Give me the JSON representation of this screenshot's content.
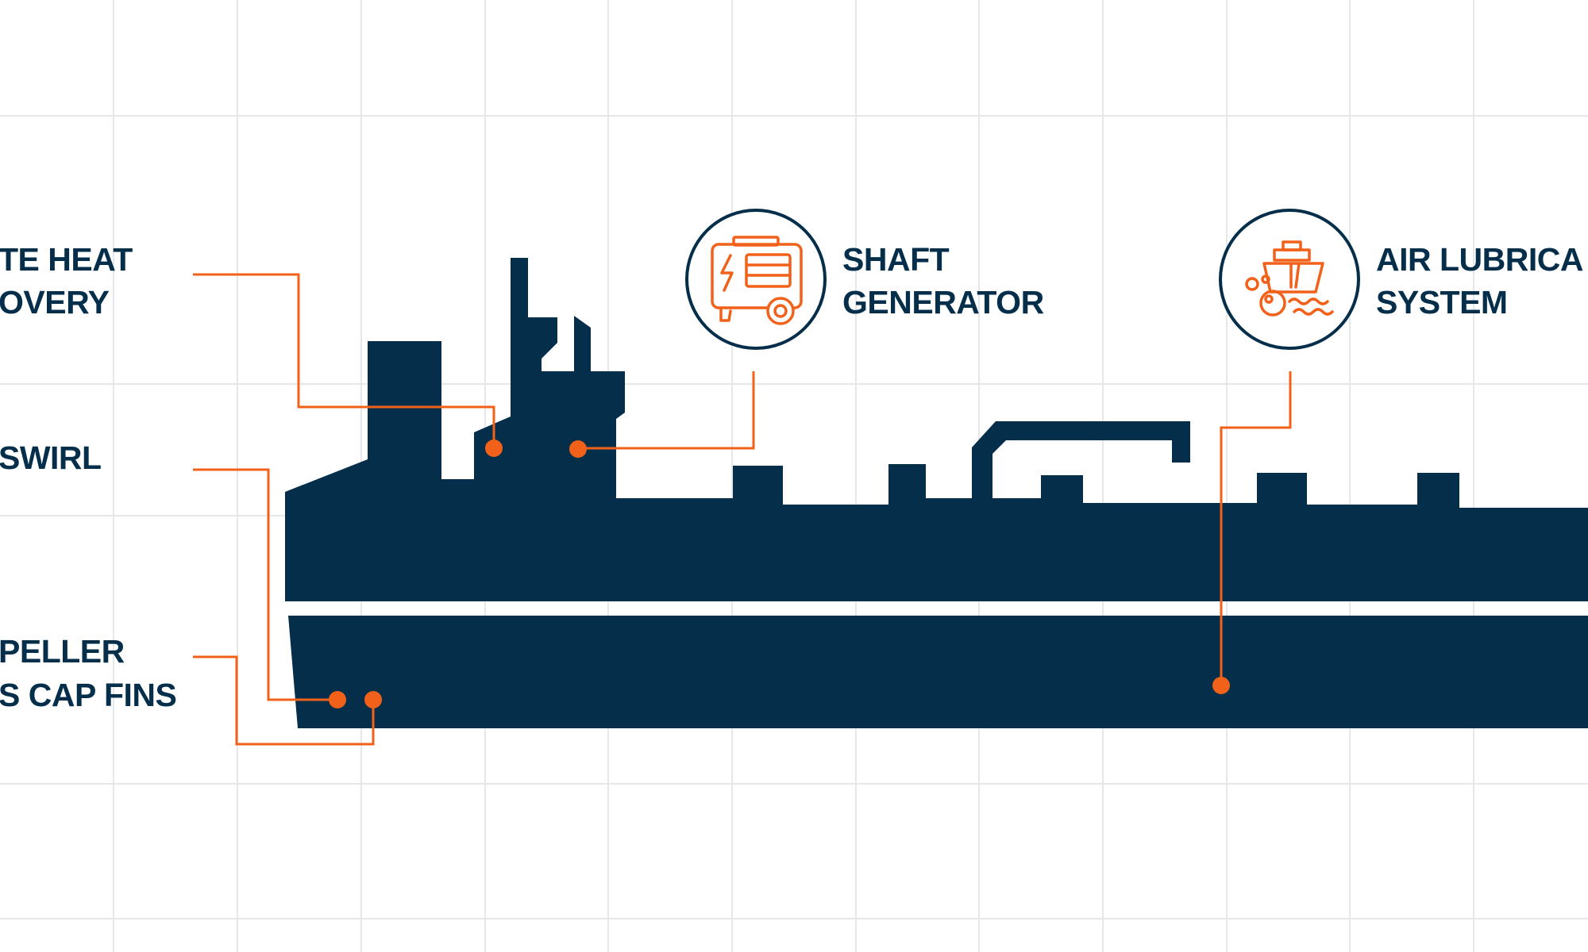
{
  "colors": {
    "background": "#ffffff",
    "grid": "#e5e7eb",
    "hull": "#042e4a",
    "accent": "#f26119"
  },
  "labels": {
    "waste_heat_recovery": {
      "line1": "TE HEAT",
      "line2": "OVERY"
    },
    "swirl": {
      "line1": "SWIRL"
    },
    "propeller_boss_cap_fins": {
      "line1": "PELLER",
      "line2": "S CAP FINS"
    },
    "shaft_generator": {
      "line1": "SHAFT",
      "line2": "GENERATOR",
      "icon": "generator-icon"
    },
    "air_lubrication_system": {
      "line1": "AIR LUBRICA",
      "line2": "SYSTEM",
      "icon": "ship-bubbles-icon"
    }
  }
}
